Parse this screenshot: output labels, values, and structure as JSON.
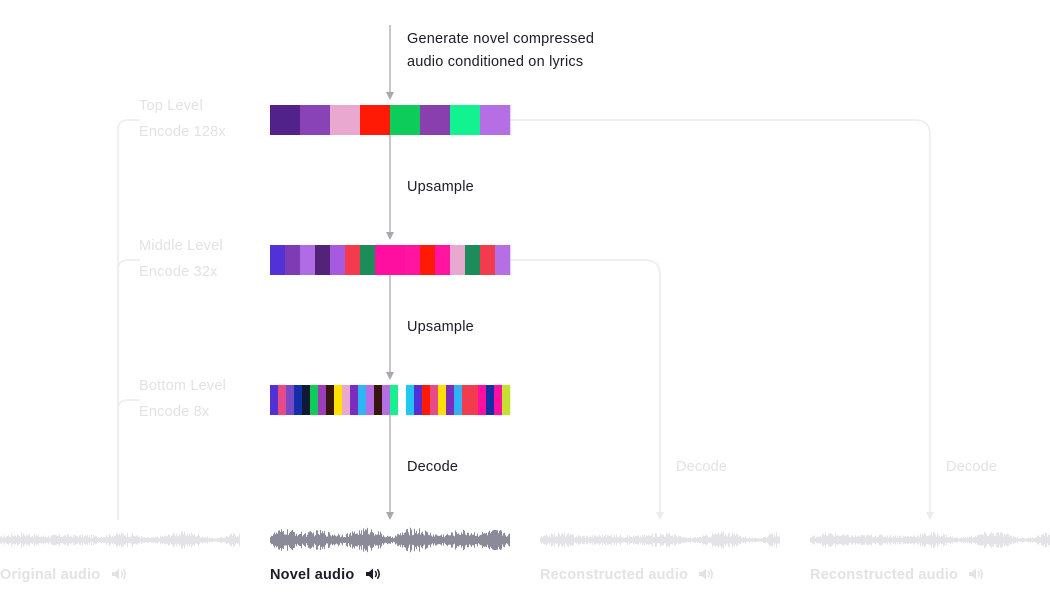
{
  "annotations": {
    "generate": [
      "Generate novel compressed",
      "audio conditioned on lyrics"
    ],
    "upsample_1": "Upsample",
    "upsample_2": "Upsample",
    "decode_main": "Decode",
    "decode_mid": "Decode",
    "decode_right": "Decode"
  },
  "levels": [
    {
      "name": "Top Level",
      "encode": "Encode 128x",
      "tokens": [
        "#50228a",
        "#8a42b7",
        "#e8a8d0",
        "#ff1a05",
        "#0dcc5a",
        "#8940ae",
        "#12f28f",
        "#b56ee4"
      ]
    },
    {
      "name": "Middle Level",
      "encode": "Encode 32x",
      "tokens": [
        "#5232d6",
        "#7e3bb4",
        "#b06ce4",
        "#53237a",
        "#a65ae0",
        "#f43b4d",
        "#1b8c5a",
        "#ff0fa0",
        "#ff0fa0",
        "#ff15a0",
        "#ff1a05",
        "#ff15a0",
        "#e8a8d0",
        "#1b8c5a",
        "#f23b4d",
        "#b56ee4"
      ]
    },
    {
      "name": "Bottom Level",
      "encode": "Encode 8x",
      "tokens": [
        "#5232d6",
        "#e84a88",
        "#7a49c8",
        "#1430a8",
        "#101a38",
        "#0dcc5a",
        "#9b3eb8",
        "#38150f",
        "#ffe000",
        "#e8a8d0",
        "#7d2dbd",
        "#2fb5f5",
        "#b56ee4",
        "#38150f",
        "#b56ee4",
        "#18f090",
        "#ffffff",
        "#1ec8f0",
        "#5232d6",
        "#ff1a05",
        "#e84a88",
        "#ffe000",
        "#7d2dbd",
        "#2fb5f5",
        "#f23b4d",
        "#f23b4d",
        "#ff0fa0",
        "#1430a8",
        "#ff0fa0",
        "#c4e030"
      ]
    }
  ],
  "audio": [
    {
      "label": "Original audio",
      "state": "faint"
    },
    {
      "label": "Novel audio",
      "state": "active"
    },
    {
      "label": "Reconstructed audio",
      "state": "faint"
    },
    {
      "label": "Reconstructed audio",
      "state": "faint"
    }
  ],
  "colors": {
    "dark_text": "#1b1b2a",
    "faint": "#e2e2e7",
    "arrow": "#a8a8b0",
    "active_wave": "#8a8a98",
    "faint_wave": "#e4e4e8"
  },
  "icons": {
    "speaker": "speaker-icon"
  }
}
